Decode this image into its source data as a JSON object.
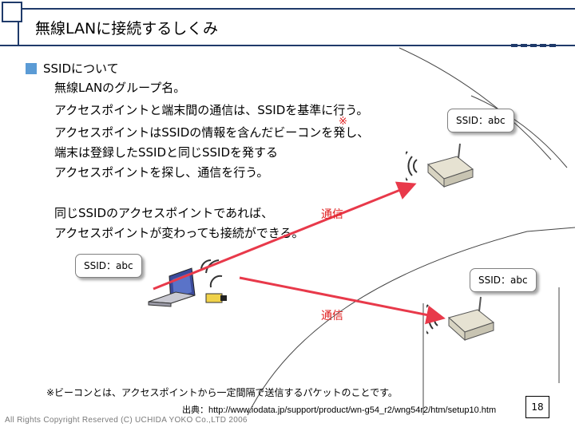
{
  "header": {
    "title": "無線LANに接続するしくみ"
  },
  "section": {
    "heading": "SSIDについて",
    "lines": [
      "無線LANのグループ名。",
      "アクセスポイントと端末間の通信は、SSIDを基準に行う。",
      "アクセスポイントはSSIDの情報を含んだビーコンを発し、",
      "端末は登録したSSIDと同じSSIDを発する",
      "アクセスポイントを探し、通信を行う。"
    ],
    "note_mark": "※",
    "paragraph2": [
      "同じSSIDのアクセスポイントであれば、",
      "アクセスポイントが変わっても接続ができる。"
    ]
  },
  "diagram": {
    "ssid_bubble_ap1": "SSID：abc",
    "ssid_bubble_laptop": "SSID：abc",
    "ssid_bubble_ap2": "SSID：abc",
    "comm_label_1": "通信",
    "comm_label_2": "通信",
    "arrow_color": "#e8394a"
  },
  "footnote": "※ビーコンとは、アクセスポイントから一定間隔で送信するパケットのことです。",
  "source": "出典：http://www.iodata.jp/support/product/wn-g54_r2/wng54r2/htm/setup10.htm",
  "page_number": "18",
  "copyright": "All Rights Copyright Reserved (C) UCHIDA YOKO Co.,LTD 2006"
}
